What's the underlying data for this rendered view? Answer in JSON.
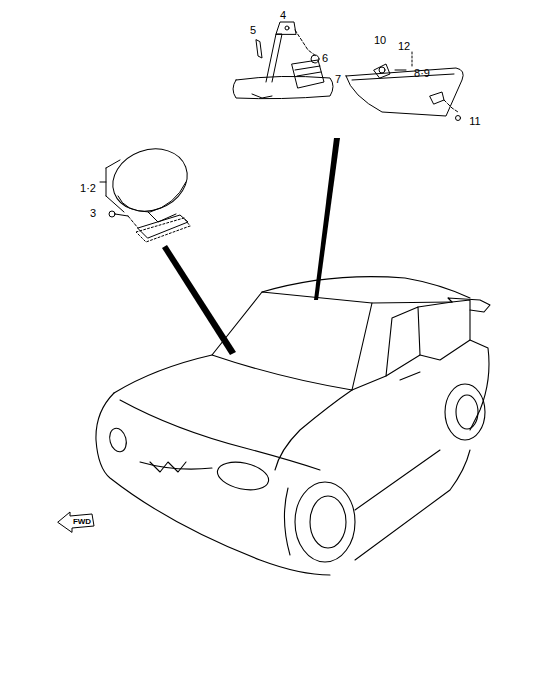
{
  "diagram": {
    "labels": [
      "4",
      "5",
      "6",
      "7",
      "10",
      "12",
      "8·9",
      "11",
      "1·2",
      "3",
      "FWD"
    ]
  }
}
